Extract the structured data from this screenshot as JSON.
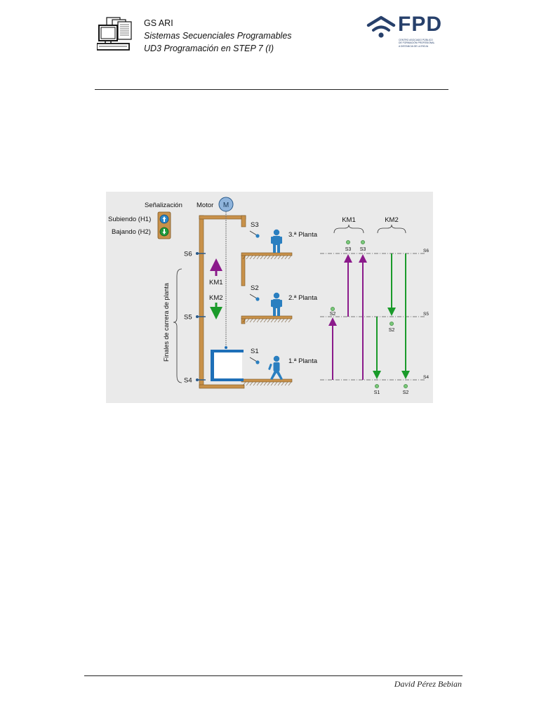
{
  "header": {
    "course": "GS ARI",
    "module": "Sistemas Secuenciales Programables",
    "unit": "UD3 Programación en STEP 7 (I)",
    "logo": "FPD",
    "logo_subtext": [
      "CENTRO ASOCIADO PÚBLICO",
      "DE FORMACIÓN PROFESIONAL",
      "A DISTANCIA DE LA RIOJA"
    ]
  },
  "figure": {
    "signal_title": "Señalización",
    "motor_label": "Motor",
    "motor_symbol": "M",
    "lamps": [
      {
        "label": "Subiendo (H1)",
        "color": "#2a86c8"
      },
      {
        "label": "Bajando (H2)",
        "color": "#1f9a3b"
      }
    ],
    "limit_switches": [
      "S6",
      "S5",
      "S4"
    ],
    "axis_label": "Finales de carrera de planta",
    "contactors": [
      "KM1",
      "KM2"
    ],
    "floor_buttons": [
      "S3",
      "S2",
      "S1"
    ],
    "floors": [
      "3.ª Planta",
      "2.ª Planta",
      "1.ª Planta"
    ],
    "seq_headers": [
      "KM1",
      "KM2"
    ],
    "seq_level_labels": [
      "S6",
      "S5",
      "S4"
    ],
    "km1_top_buttons": [
      "S3",
      "S3"
    ],
    "km1_mid_button": "S2",
    "km2_mid_button": "S2",
    "km2_bottom_buttons": [
      "S1",
      "S2"
    ],
    "colors": {
      "background": "#eaeaea",
      "structure": "#c8914a",
      "cabin": "#1e6fb8",
      "km1": "#8b1a8b",
      "km2": "#1a9a2a",
      "person": "#2a7fc0"
    }
  },
  "footer": {
    "author": "David Pérez Bebian"
  }
}
